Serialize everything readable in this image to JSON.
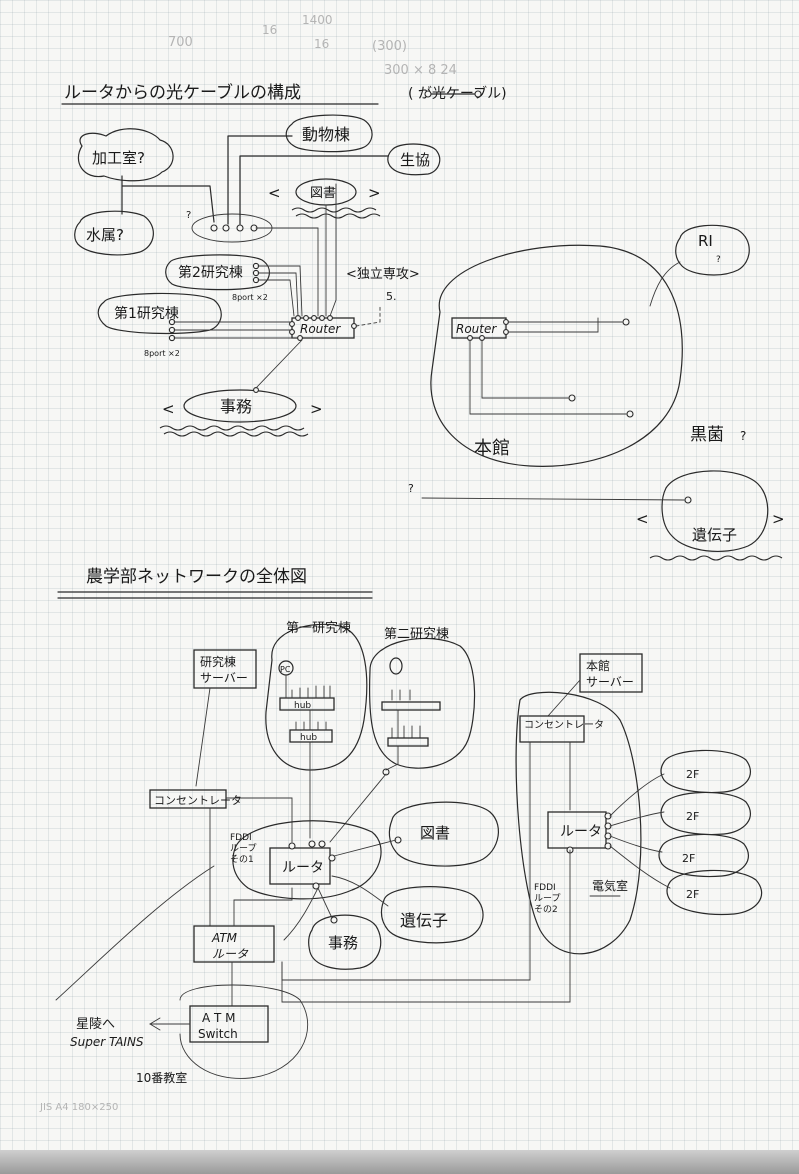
{
  "header_notes": [
    "700",
    "16",
    "1400",
    "16",
    "(300)",
    "300 × 8 24"
  ],
  "section1": {
    "title": "ルータからの光ケーブルの構成",
    "legend": "(  が光ケーブル)",
    "nodes": {
      "kakoshitsu": "加工室?",
      "dobutsuto": "動物棟",
      "seikyo": "生協",
      "tosho": "図書",
      "suizoku": "水属?",
      "dai2": "第2研究棟",
      "dai1": "第1研究棟",
      "dokuritsu": "<独立専攻>",
      "router_left": "Router",
      "router_right": "Router",
      "jimu": "事務",
      "ri": "RI",
      "honkan": "本館",
      "kokin": "黒菌",
      "iden": "遺伝子",
      "port_note_2": "8port ×2",
      "port_note_1": "8port ×2",
      "q1": "?",
      "q2": "?",
      "q3": "?",
      "q4": "?",
      "q5": "5."
    }
  },
  "section2": {
    "title": "農学部ネットワークの全体図",
    "nodes": {
      "kenkyu_server": "研究棟サーバー",
      "dai1": "第一研究棟",
      "dai2": "第二研究棟",
      "pc": "PC",
      "hub1": "hub",
      "hub2": "hub",
      "concentrator_left": "コンセントレータ",
      "fddi1": "FDDI ループ その1",
      "router_left": "ルータ",
      "tosho": "図書",
      "iden": "遺伝子",
      "jimu": "事務",
      "atm_router": "ATM ルータ",
      "atm_switch": "A T M Switch",
      "seiryo": "星陵へ",
      "supertains": "Super TAINS",
      "kyoshitsu10": "10番教室",
      "honkan_server": "本館サーバー",
      "concentrator_right": "コンセントレータ",
      "router_right": "ルータ",
      "fddi2": "FDDI ループ その2",
      "denshi": "電気室",
      "f2a": "2F",
      "f2b": "2F",
      "f2c": "2F",
      "f2d": "2F"
    }
  },
  "footer": "JIS A4 180×250"
}
